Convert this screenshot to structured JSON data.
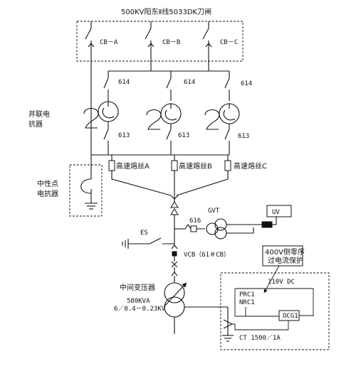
{
  "title": "500KV阳东Ⅱ线5033DK刀闸",
  "breakers": [
    "CB－A",
    "CB－B",
    "CB－C"
  ],
  "switch_numbers": {
    "upper": "614",
    "lower": "613"
  },
  "reactor_label": [
    "并联电",
    "抗器"
  ],
  "neutral_label": [
    "中性点",
    "电抗器"
  ],
  "fuses": [
    "高速熔丝A",
    "高速熔丝B",
    "高速熔丝C"
  ],
  "gvt_label": "GVT",
  "uv_label": "UV",
  "switch_616": "616",
  "es_label": "ES",
  "vcb_label": "VCB（61＃CB）",
  "relay_box": [
    "400V侧零序",
    "过电流保护"
  ],
  "dc_label": "110V DC",
  "prc_label": "PRC1",
  "nrc_label": "NRC1",
  "ocg_label": "OCG1",
  "transformer_name": "中间变压器",
  "transformer_rating": "580KVA",
  "transformer_ratio": "6／0.4－0.23KV",
  "ct_label": "CT 1500／1A"
}
